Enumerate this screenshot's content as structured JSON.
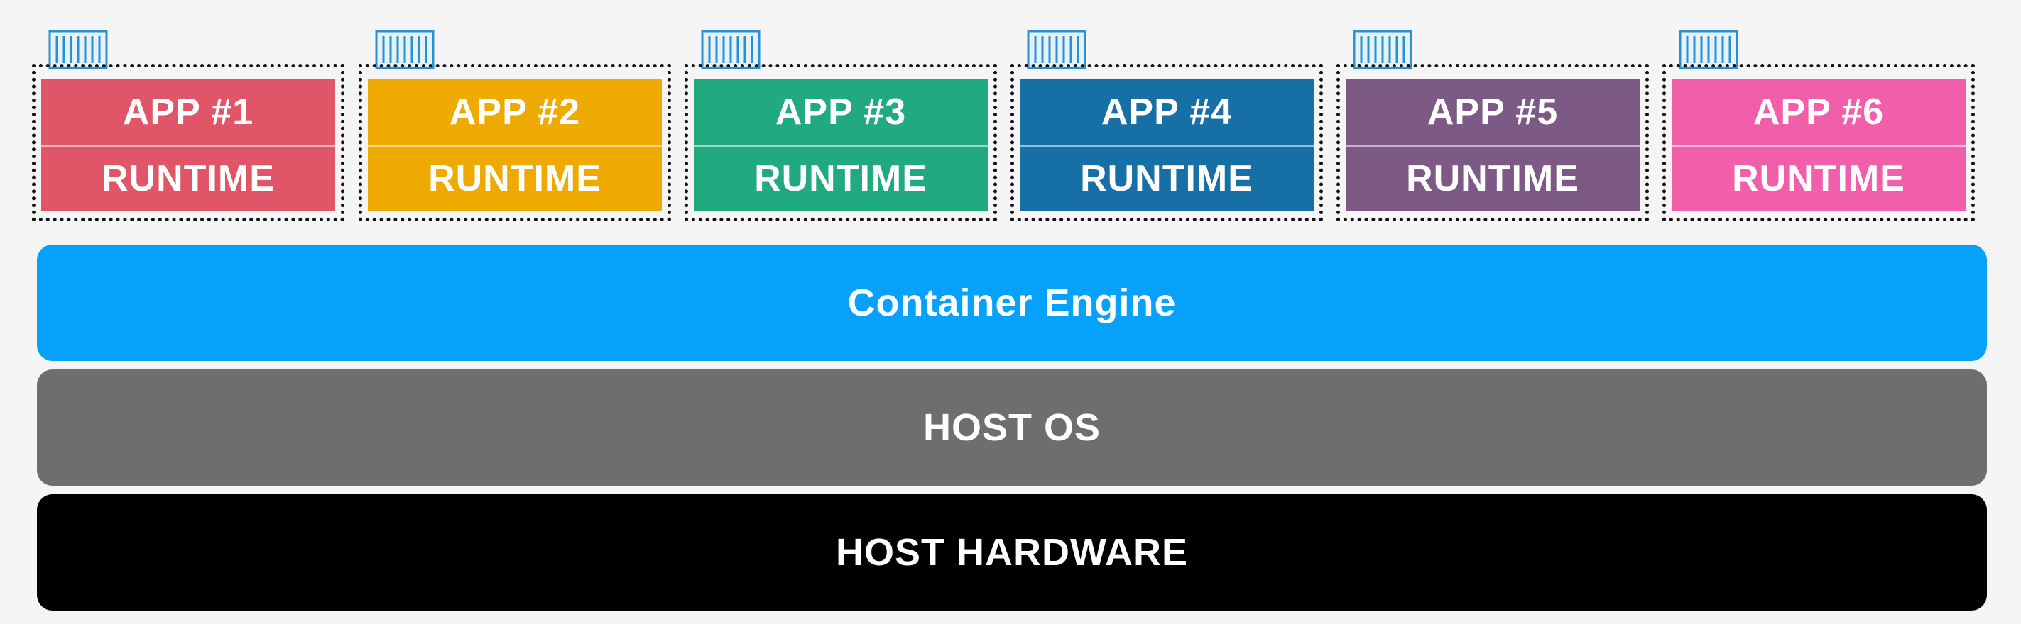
{
  "apps": [
    {
      "app_label": "APP #1",
      "runtime_label": "RUNTIME",
      "color": "#e05567"
    },
    {
      "app_label": "APP #2",
      "runtime_label": "RUNTIME",
      "color": "#eeaa00"
    },
    {
      "app_label": "APP #3",
      "runtime_label": "RUNTIME",
      "color": "#21a97f"
    },
    {
      "app_label": "APP #4",
      "runtime_label": "RUNTIME",
      "color": "#1670a6"
    },
    {
      "app_label": "APP #5",
      "runtime_label": "RUNTIME",
      "color": "#7d5986"
    },
    {
      "app_label": "APP #6",
      "runtime_label": "RUNTIME",
      "color": "#f15fab"
    }
  ],
  "container_icon": "shipping-container-icon",
  "layers": {
    "container_engine": {
      "label": "Container Engine",
      "color": "#05a1fb"
    },
    "host_os": {
      "label": "HOST OS",
      "color": "#6e6e6e"
    },
    "host_hardware": {
      "label": "HOST HARDWARE",
      "color": "#000000"
    }
  }
}
